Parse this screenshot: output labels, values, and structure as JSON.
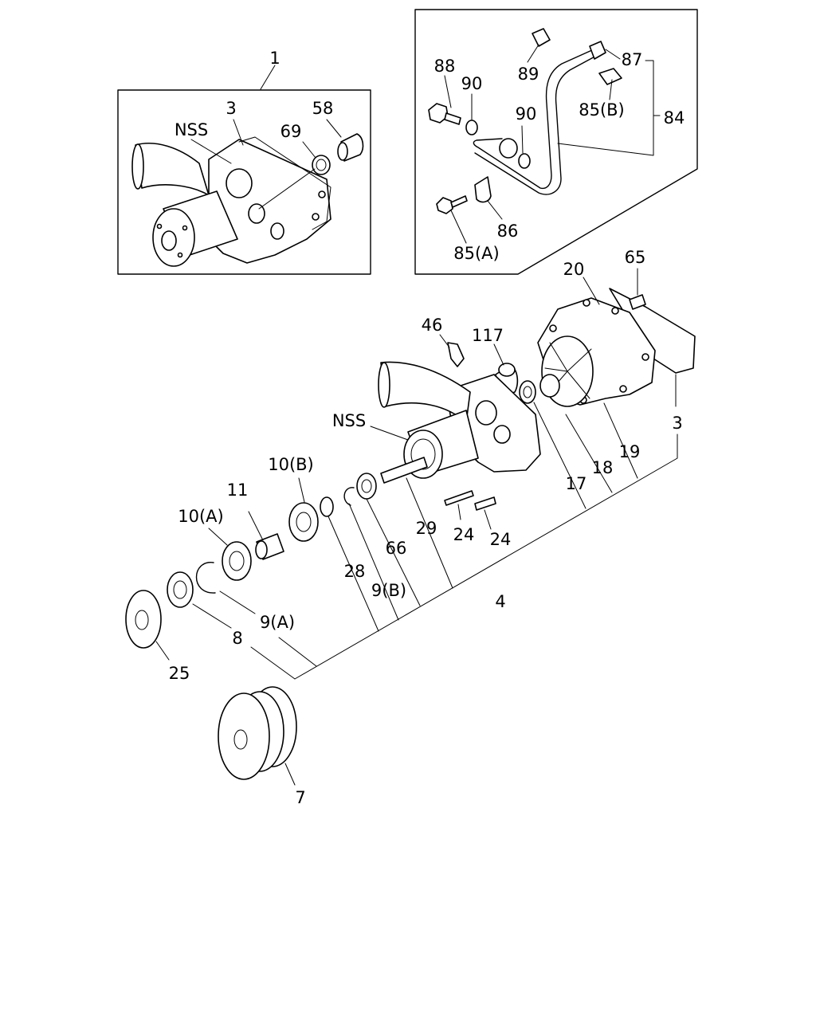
{
  "labels": {
    "p1": "1",
    "p3_inset": "3",
    "nss_inset": "NSS",
    "p69": "69",
    "p58": "58",
    "p88": "88",
    "p90_a": "90",
    "p89": "89",
    "p87": "87",
    "p85b": "85(B)",
    "p84": "84",
    "p90_b": "90",
    "p86": "86",
    "p85a": "85(A)",
    "p20": "20",
    "p65": "65",
    "p46": "46",
    "p117": "117",
    "nss_main": "NSS",
    "p3_main": "3",
    "p19": "19",
    "p18": "18",
    "p17": "17",
    "p10b": "10(B)",
    "p11": "11",
    "p10a": "10(A)",
    "p24_a": "24",
    "p24_b": "24",
    "p29": "29",
    "p66": "66",
    "p28": "28",
    "p9b": "9(B)",
    "p9a": "9(A)",
    "p4": "4",
    "p8": "8",
    "p25": "25",
    "p7": "7"
  }
}
